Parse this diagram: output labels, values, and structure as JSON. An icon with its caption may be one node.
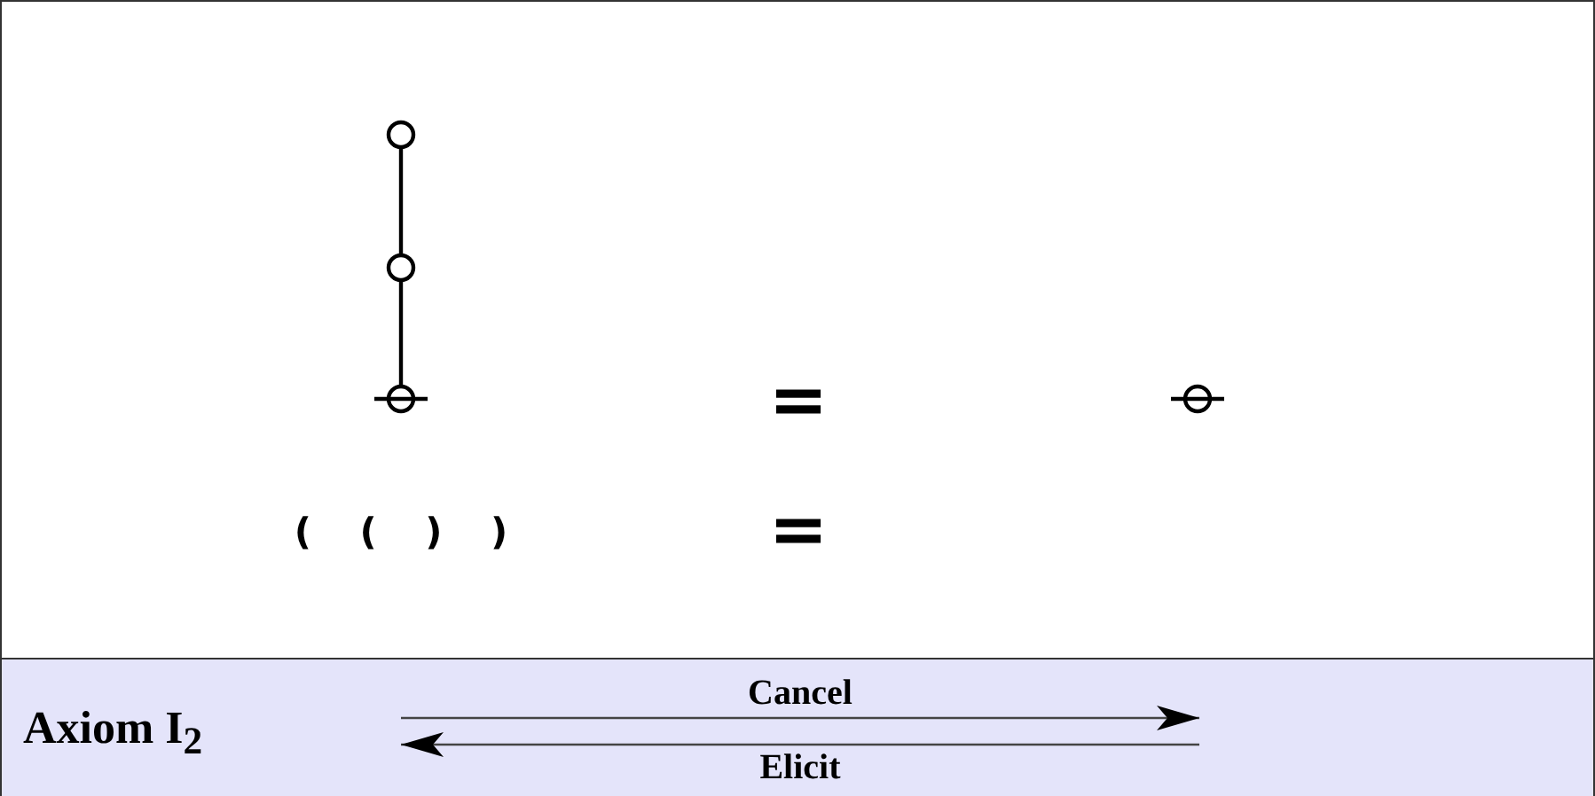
{
  "diagram": {
    "nodes": [
      {
        "text": [],
        "shape": "circle"
      },
      {
        "text": [],
        "shape": "circle"
      },
      {
        "text": [],
        "shape": "circle"
      },
      {
        "text": [],
        "shape": "circle"
      },
      {
        "text": [
          "Axiom I$_{2}$"
        ]
      }
    ],
    "edges": [
      {
        "from": 0,
        "to": 1,
        "arrow": "none"
      },
      {
        "from": 1,
        "to": 2,
        "arrow": "none"
      }
    ],
    "labels": [
      "=",
      "=",
      "( ( ) )",
      "Cancel",
      "Elicit"
    ]
  }
}
